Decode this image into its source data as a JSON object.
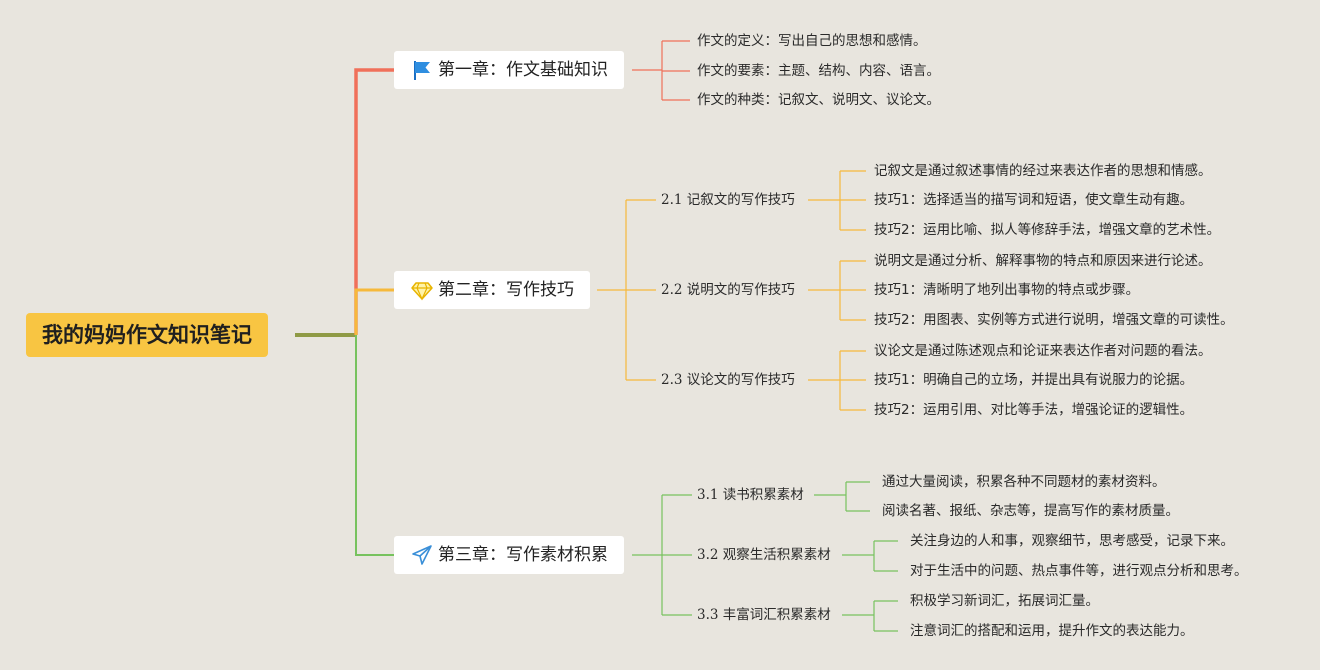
{
  "root": {
    "title": "我的妈妈作文知识笔记"
  },
  "colors": {
    "ch1": "#f0705a",
    "ch2": "#f6b93b",
    "ch3": "#77c25e",
    "root": "#f8c542"
  },
  "chapters": [
    {
      "title": "第一章：作文基础知识",
      "icon": "flag-icon",
      "leaves": [
        "作文的定义：写出自己的思想和感情。",
        "作文的要素：主题、结构、内容、语言。",
        "作文的种类：记叙文、说明文、议论文。"
      ]
    },
    {
      "title": "第二章：写作技巧",
      "icon": "diamond-icon",
      "subs": [
        {
          "title": "2.1 记叙文的写作技巧",
          "leaves": [
            "记叙文是通过叙述事情的经过来表达作者的思想和情感。",
            "技巧1：选择适当的描写词和短语，使文章生动有趣。",
            "技巧2：运用比喻、拟人等修辞手法，增强文章的艺术性。"
          ]
        },
        {
          "title": "2.2 说明文的写作技巧",
          "leaves": [
            "说明文是通过分析、解释事物的特点和原因来进行论述。",
            "技巧1：清晰明了地列出事物的特点或步骤。",
            "技巧2：用图表、实例等方式进行说明，增强文章的可读性。"
          ]
        },
        {
          "title": "2.3 议论文的写作技巧",
          "leaves": [
            "议论文是通过陈述观点和论证来表达作者对问题的看法。",
            "技巧1：明确自己的立场，并提出具有说服力的论据。",
            "技巧2：运用引用、对比等手法，增强论证的逻辑性。"
          ]
        }
      ]
    },
    {
      "title": "第三章：写作素材积累",
      "icon": "paper-plane-icon",
      "subs": [
        {
          "title": "3.1 读书积累素材",
          "leaves": [
            "通过大量阅读，积累各种不同题材的素材资料。",
            "阅读名著、报纸、杂志等，提高写作的素材质量。"
          ]
        },
        {
          "title": "3.2 观察生活积累素材",
          "leaves": [
            "关注身边的人和事，观察细节，思考感受，记录下来。",
            "对于生活中的问题、热点事件等，进行观点分析和思考。"
          ]
        },
        {
          "title": "3.3 丰富词汇积累素材",
          "leaves": [
            "积极学习新词汇，拓展词汇量。",
            "注意词汇的搭配和运用，提升作文的表达能力。"
          ]
        }
      ]
    }
  ]
}
